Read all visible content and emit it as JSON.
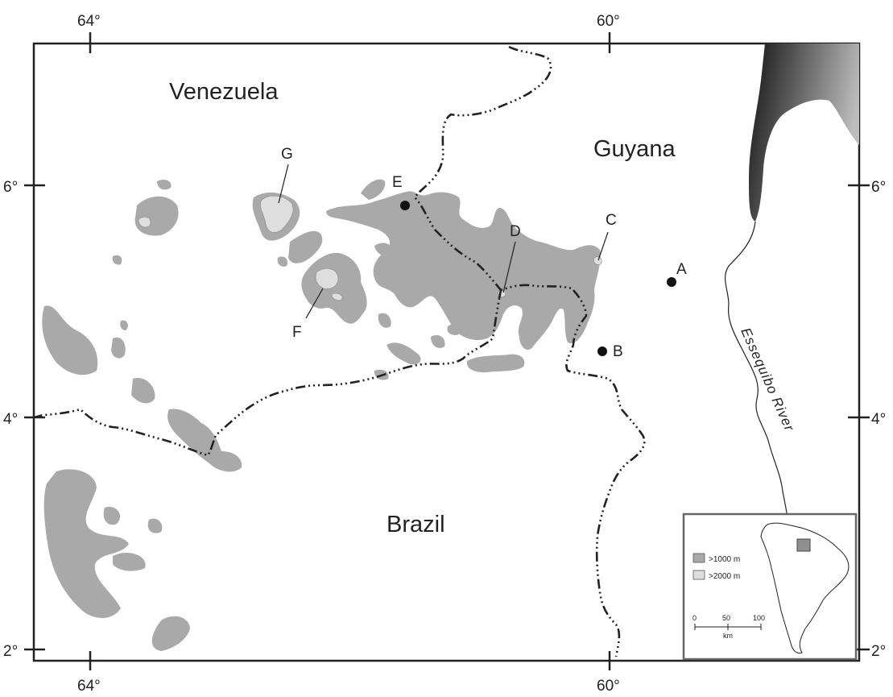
{
  "map": {
    "latitude_ticks": [
      "6°",
      "4°",
      "2°"
    ],
    "longitude_ticks": [
      "64°",
      "60°"
    ],
    "countries": {
      "venezuela": "Venezuela",
      "guyana": "Guyana",
      "brazil": "Brazil"
    },
    "river_label": "Essequibo River",
    "sites": [
      "A",
      "B",
      "C",
      "D",
      "E",
      "F",
      "G"
    ],
    "colors": {
      "relief_over_1000": "#a9a9a9",
      "relief_over_2000": "#dedede",
      "ocean_gradient_dark": "#111111",
      "ocean_gradient_light": "#bdbdbd",
      "border": "#222222"
    }
  },
  "inset": {
    "legend": [
      {
        "label": ">1000 m",
        "color": "#a9a9a9"
      },
      {
        "label": ">2000 m",
        "color": "#dedede"
      }
    ],
    "scale": {
      "ticks": [
        "0",
        "50",
        "100"
      ],
      "unit": "km"
    }
  }
}
